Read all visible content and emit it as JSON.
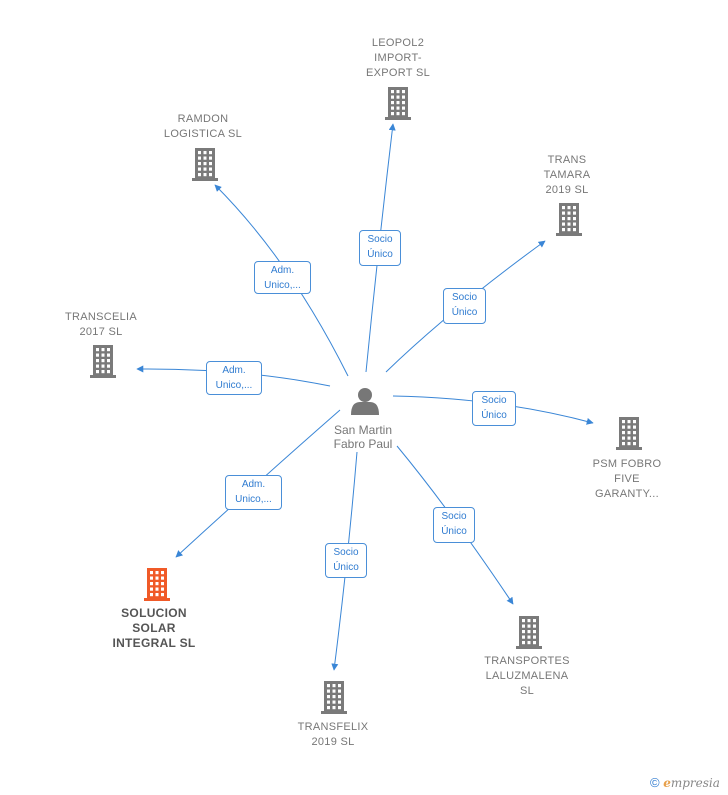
{
  "center": {
    "name": "San Martin\nFabro Paul"
  },
  "colors": {
    "edge": "#3a86d6",
    "building": "#7a7a7a",
    "highlight": "#f05a28",
    "person": "#777777"
  },
  "nodes": [
    {
      "id": "leopol2",
      "label": "LEOPOL2\nIMPORT-\nEXPORT SL",
      "highlight": false
    },
    {
      "id": "ramdon",
      "label": "RAMDON\nLOGISTICA SL",
      "highlight": false
    },
    {
      "id": "trans-tamara",
      "label": "TRANS\nTAMARA\n2019 SL",
      "highlight": false
    },
    {
      "id": "transcelia",
      "label": "TRANSCELIA\n2017 SL",
      "highlight": false
    },
    {
      "id": "psm-fobro",
      "label": "PSM FOBRO\nFIVE\nGARANTY...",
      "highlight": false
    },
    {
      "id": "solucion-solar",
      "label": "SOLUCION\nSOLAR\nINTEGRAL SL",
      "highlight": true
    },
    {
      "id": "transfelix",
      "label": "TRANSFELIX\n2019 SL",
      "highlight": false
    },
    {
      "id": "transportes-laluzmalena",
      "label": "TRANSPORTES\nLALUZMALENA\nSL",
      "highlight": false
    }
  ],
  "edges": [
    {
      "target": "leopol2",
      "label": "Socio\nÚnico"
    },
    {
      "target": "ramdon",
      "label": "Adm.\nUnico,..."
    },
    {
      "target": "trans-tamara",
      "label": "Socio\nÚnico"
    },
    {
      "target": "transcelia",
      "label": "Adm.\nUnico,..."
    },
    {
      "target": "psm-fobro",
      "label": "Socio\nÚnico"
    },
    {
      "target": "solucion-solar",
      "label": "Adm.\nUnico,..."
    },
    {
      "target": "transfelix",
      "label": "Socio\nÚnico"
    },
    {
      "target": "transportes-laluzmalena",
      "label": "Socio\nÚnico"
    }
  ],
  "footer": {
    "copyright": "©",
    "brand_initial": "e",
    "brand_rest": "mpresia"
  }
}
